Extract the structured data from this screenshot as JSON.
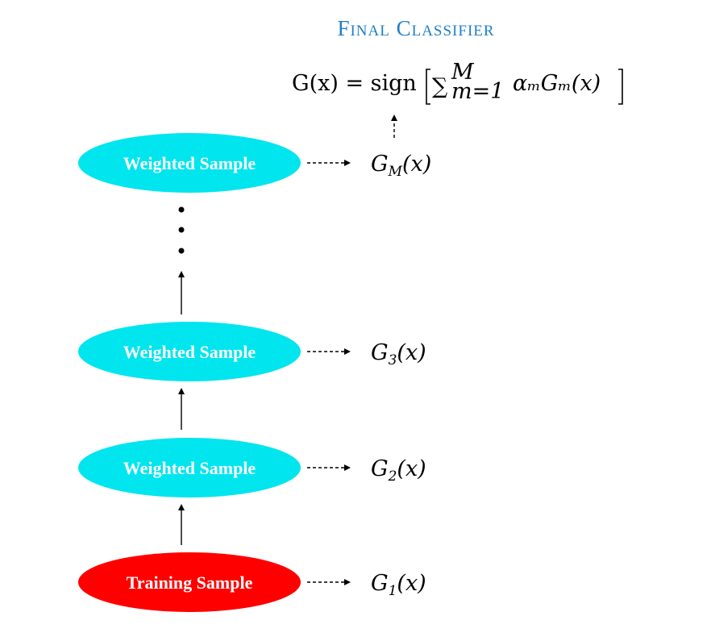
{
  "title": "Final Classifier",
  "final_formula": {
    "lhs": "G(x) = sign",
    "sum_symbol": "∑",
    "sum_upper": "M",
    "sum_lower": "m=1",
    "term": "αₘGₘ(x)"
  },
  "colors": {
    "title": "#1f7fc8",
    "weighted": "#00e5ee",
    "training": "#ff0000",
    "node_text": "#ffffff",
    "line": "#000000"
  },
  "nodes": [
    {
      "label": "Weighted Sample",
      "classifier": "G_M(x)",
      "classifier_base": "G",
      "classifier_sub": "M",
      "classifier_arg": "(x)",
      "kind": "weighted"
    },
    {
      "label": "Weighted Sample",
      "classifier": "G_3(x)",
      "classifier_base": "G",
      "classifier_sub": "3",
      "classifier_arg": "(x)",
      "kind": "weighted"
    },
    {
      "label": "Weighted Sample",
      "classifier": "G_2(x)",
      "classifier_base": "G",
      "classifier_sub": "2",
      "classifier_arg": "(x)",
      "kind": "weighted"
    },
    {
      "label": "Training Sample",
      "classifier": "G_1(x)",
      "classifier_base": "G",
      "classifier_sub": "1",
      "classifier_arg": "(x)",
      "kind": "training"
    }
  ]
}
